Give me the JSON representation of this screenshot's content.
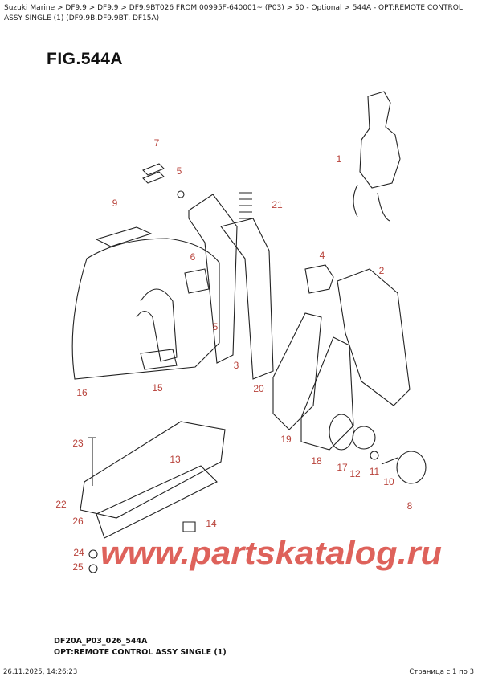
{
  "breadcrumb": "Suzuki Marine > DF9.9 > DF9.9 > DF9.9BT026 FROM 00995F-640001~ (P03) > 50 - Optional > 544A - OPT:REMOTE CONTROL ASSY SINGLE (1) (DF9.9B,DF9.9BT, DF15A)",
  "figure_title": "FIG.544A",
  "callouts": [
    "1",
    "2",
    "3",
    "4",
    "5",
    "5",
    "6",
    "7",
    "8",
    "9",
    "10",
    "11",
    "12",
    "13",
    "14",
    "15",
    "16",
    "17",
    "18",
    "19",
    "20",
    "21",
    "22",
    "23",
    "24",
    "25",
    "26"
  ],
  "watermark": "www.partskatalog.ru",
  "diagram_code": "DF20A_P03_026_544A",
  "caption": "OPT:REMOTE CONTROL ASSY SINGLE (1)",
  "footer": {
    "datetime": "26.11.2025, 14:26:23",
    "page": "Страница с 1 по 3"
  },
  "colors": {
    "callout": "#b8423a",
    "watermark": "#d9473f"
  }
}
